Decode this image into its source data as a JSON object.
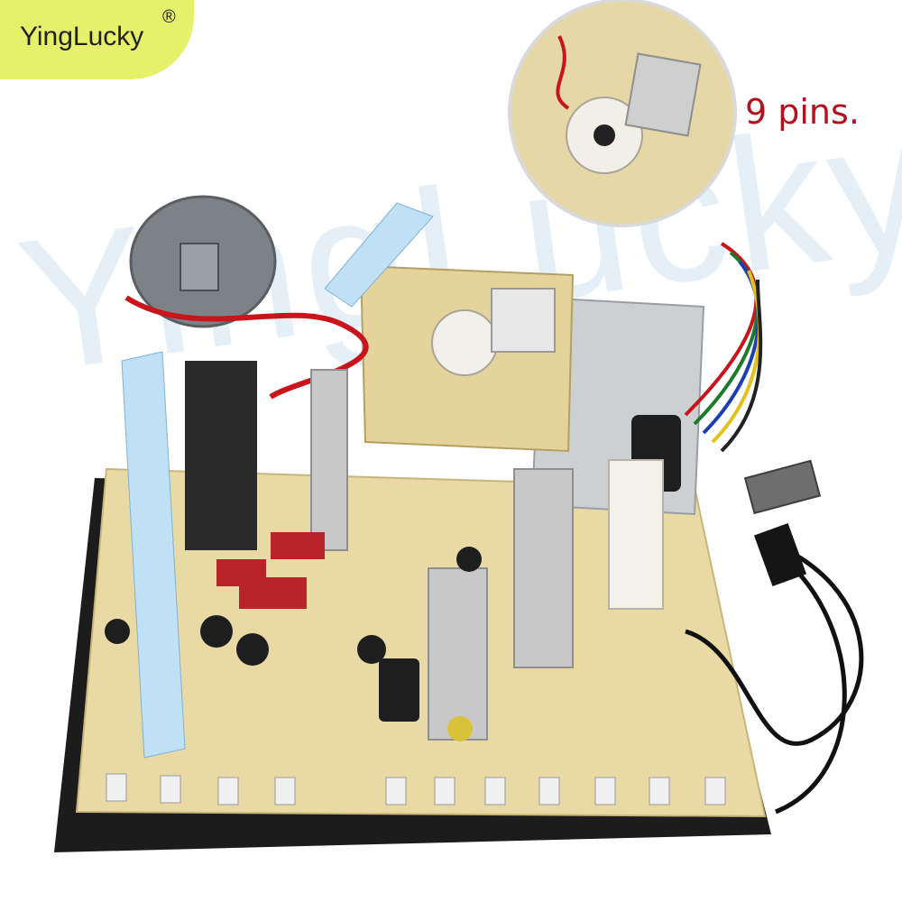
{
  "brand": {
    "name": "YingLucky",
    "registered_mark": "®"
  },
  "watermark": {
    "text": "YingLucky"
  },
  "callout": {
    "label": "9 pins."
  },
  "colors": {
    "board": "#e9d9a4",
    "chassis": "#1c1c1c",
    "logo_badge": "#e6f06a",
    "callout_text": "#b0121f",
    "heatsink": "#c8c8c8"
  },
  "icons": [
    "crt-socket-icon",
    "flyback-transformer-icon",
    "power-plug-icon",
    "ribbon-cable-icon"
  ]
}
